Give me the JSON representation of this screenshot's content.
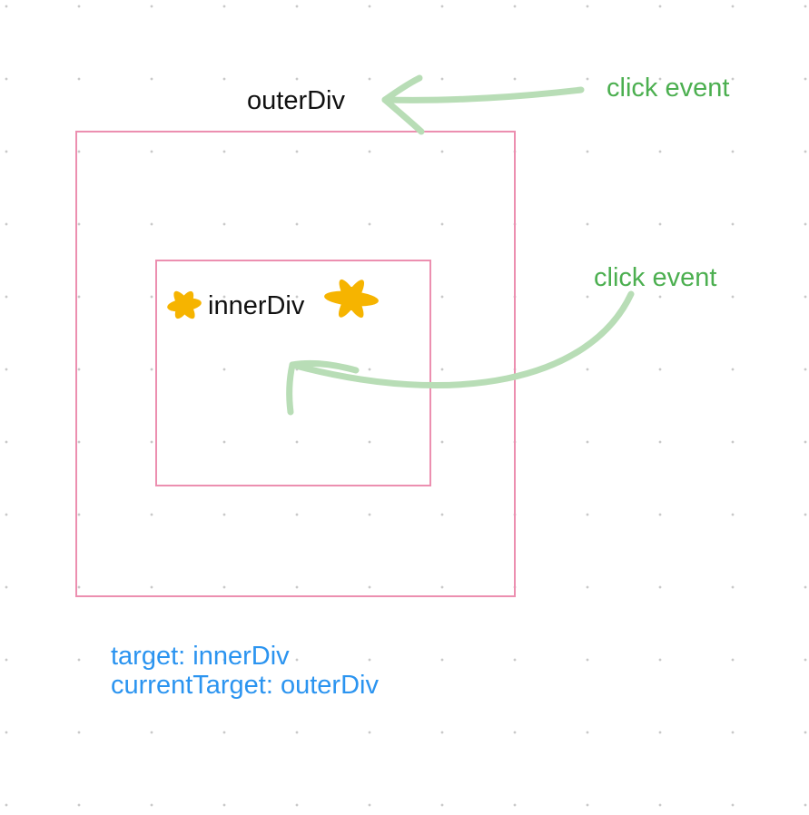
{
  "diagram": {
    "outer": {
      "label": "outerDiv"
    },
    "inner": {
      "label": "innerDiv"
    },
    "events": [
      {
        "label": "click event"
      },
      {
        "label": "click event"
      }
    ],
    "result": {
      "target": "target: innerDiv",
      "current_target": "currentTarget: outerDiv"
    }
  },
  "colors": {
    "box_border": "#ec8fb0",
    "event_text": "#4caf50",
    "arrow_stroke": "#b8ddb6",
    "result_text": "#2b94f0",
    "label_text": "#111111",
    "star_fill": "#f6b400"
  },
  "icons": {
    "left_mark": "asterisk-star-icon",
    "right_mark": "asterisk-star-icon"
  }
}
